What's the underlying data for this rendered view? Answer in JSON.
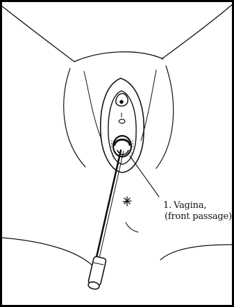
{
  "annotation": {
    "number": "1.",
    "name": "Vagina,",
    "detail": "(front passage)"
  },
  "colors": {
    "ink": "#111111",
    "frame": "#000000",
    "background": "#ffffff"
  }
}
